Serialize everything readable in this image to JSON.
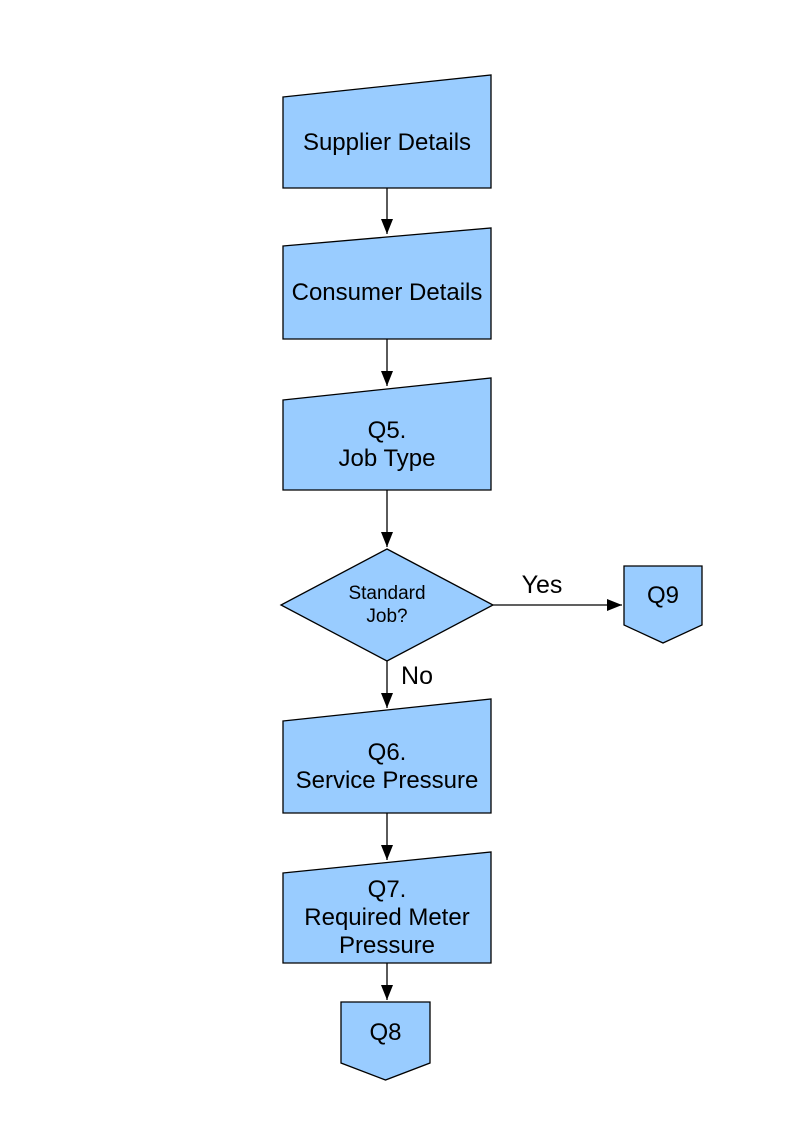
{
  "page": {
    "background": "#FFFFFF"
  },
  "diagram": {
    "shape_fill": "#99CCFF",
    "shape_border": "#000000",
    "nodes": {
      "supplier": {
        "type": "manual-input",
        "lines": [
          "Supplier Details"
        ]
      },
      "consumer": {
        "type": "manual-input",
        "lines": [
          "Consumer Details"
        ]
      },
      "q5": {
        "type": "manual-input",
        "lines": [
          "Q5.",
          "Job Type"
        ]
      },
      "decision": {
        "type": "decision",
        "lines": [
          "Standard",
          "Job?"
        ]
      },
      "q6": {
        "type": "manual-input",
        "lines": [
          "Q6.",
          "Service Pressure"
        ]
      },
      "q7": {
        "type": "manual-input",
        "lines": [
          "Q7.",
          "Required Meter",
          "Pressure"
        ]
      },
      "q8": {
        "type": "off-page-connector",
        "lines": [
          "Q8"
        ]
      },
      "q9": {
        "type": "off-page-connector",
        "lines": [
          "Q9"
        ]
      }
    },
    "edge_labels": {
      "yes": "Yes",
      "no": "No"
    }
  }
}
